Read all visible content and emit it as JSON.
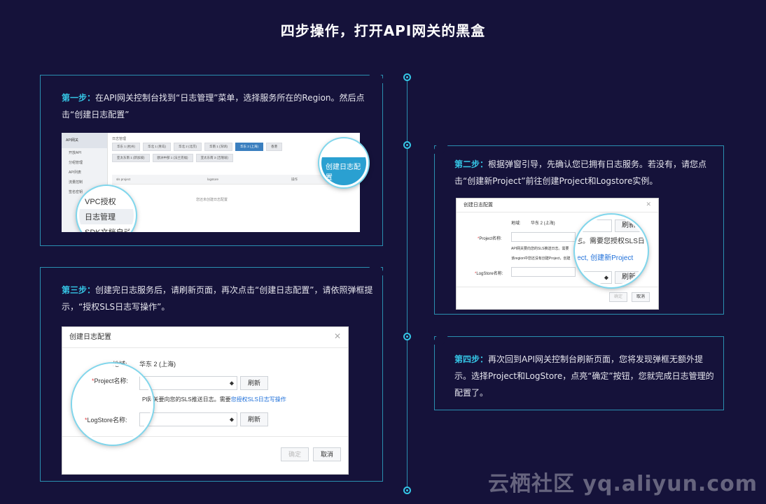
{
  "page": {
    "title": "四步操作，打开API网关的黑盒",
    "watermark": "云栖社区 yq.aliyun.com",
    "colors": {
      "background": "#15123a",
      "accent": "#35c6e6",
      "border": "#2a8fb0"
    }
  },
  "step1": {
    "label": "第一步：",
    "text": "在API网关控制台找到“日志管理”菜单，选择服务所在的Region。然后点击“创建日志配置”",
    "console": {
      "sidebar_title": "API网关",
      "sidebar_items": [
        "开放API",
        "分组管理",
        "API列表",
        "流量控制",
        "签名密钥",
        "VPC授权",
        "日志管理",
        "SDK文档"
      ],
      "breadcrumb": "日志管理",
      "regions": [
        "华东 1 (杭州)",
        "华北 1 (青岛)",
        "华北 2 (北京)",
        "华南 1 (深圳)",
        "华东 2 (上海)",
        "香港",
        "亚太东南 1 (新加坡)",
        "欧洲中部 1 (法兰克福)",
        "亚太东南 3 (吉隆坡)"
      ],
      "active_region": "华东 2 (上海)",
      "columns": [
        "sls project",
        "logstore",
        "操作"
      ],
      "empty_text": "您还未创建日志配置"
    },
    "magnifier_menu": [
      "VPC授权",
      "日志管理",
      "SDK文档自动生"
    ],
    "magnifier_button": "创建日志配置"
  },
  "step2": {
    "label": "第二步：",
    "text": "根据弹窗引导，先确认您已拥有日志服务。若没有，请您点击“创建新Project”前往创建Project和Logstore实例。",
    "dialog": {
      "title": "创建日志配置",
      "region_label": "地域:",
      "region_value": "华东 2 (上海)",
      "project_label": "Project名称:",
      "project_hint_1": "API网关要向您的SLS推送日志。需要",
      "project_hint_2": "该region中您还没有创建Project，创建",
      "logstore_label": "LogStore名称:",
      "refresh": "刷新",
      "confirm": "确定",
      "cancel": "取消"
    },
    "magnifier_lines": [
      "志。需要您授权SLS日",
      "ject, 创建新Project"
    ],
    "magnifier_refresh": "刷新"
  },
  "step3": {
    "label": "第三步：",
    "text": "创建完日志服务后，请刷新页面，再次点击“创建日志配置”，请依照弹框提示，“授权SLS日志写操作”。",
    "dialog": {
      "title": "创建日志配置",
      "region_label": "地域:",
      "region_value": "华东 2 (上海)",
      "project_label": "Project名称:",
      "hint_prefix": "PI网关要向您的SLS推送日志。需要",
      "hint_link": "您授权SLS日志写操作",
      "logstore_label": "LogStore名称:",
      "refresh": "刷新",
      "confirm": "确定",
      "cancel": "取消"
    }
  },
  "step4": {
    "label": "第四步：",
    "text": "再次回到API网关控制台刷新页面，您将发现弹框无额外提示。选择Project和LogStore，点亮“确定”按钮，您就完成日志管理的配置了。"
  }
}
